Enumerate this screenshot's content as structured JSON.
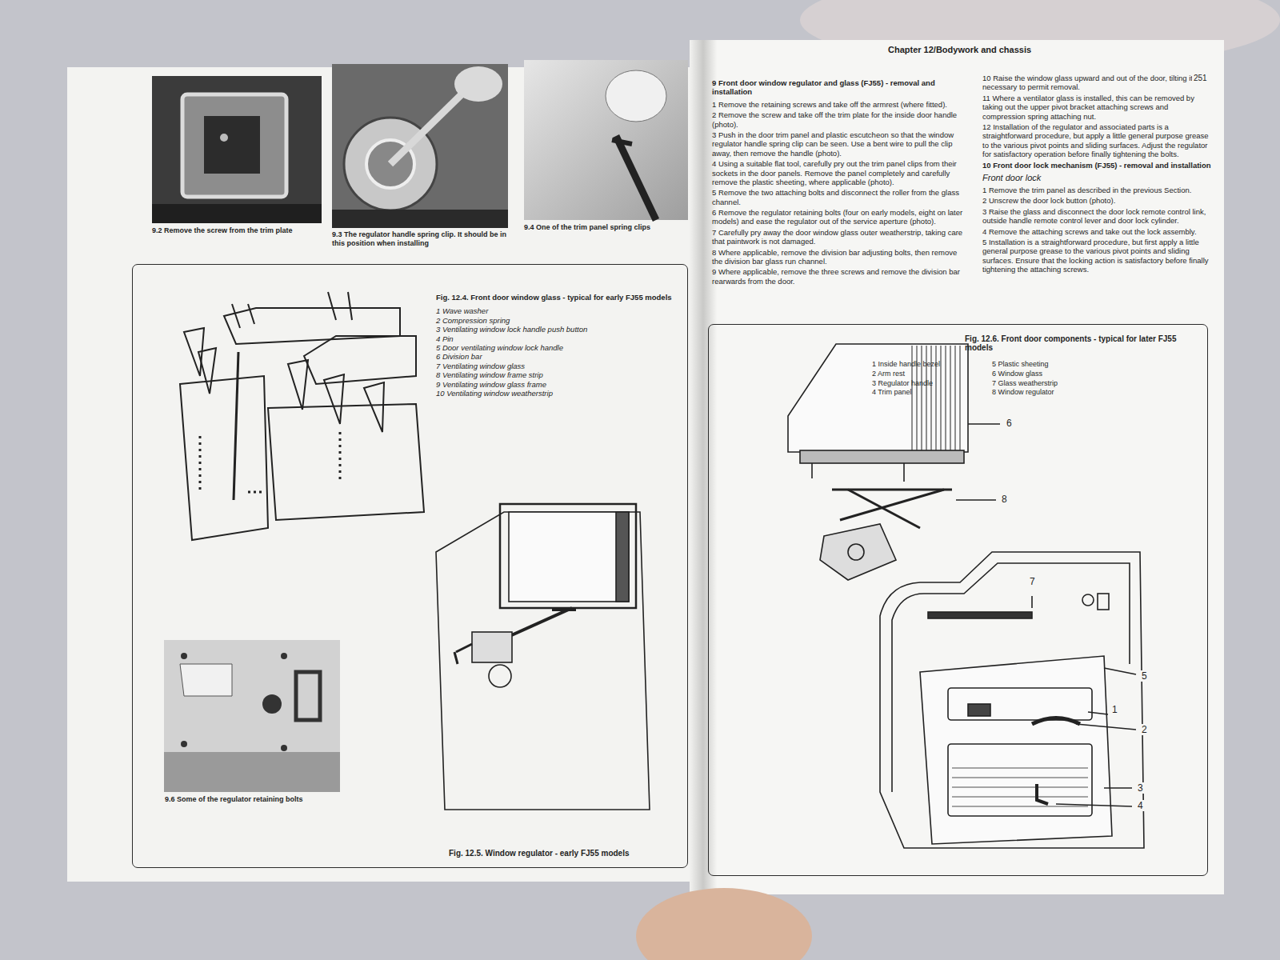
{
  "diagram": {
    "title": "Chapter 12/Bodywork and chassis",
    "nodes": [
      {
        "text": [
          "9.2 Remove the screw from the trim plate"
        ]
      },
      {
        "text": [
          "9.3 The regulator handle spring clip. It should be in this position when installing"
        ]
      },
      {
        "text": [
          "9.4 One of the trim panel spring clips"
        ]
      },
      {
        "text": [
          "Fig. 12.5. Window regulator - early FJ55 models"
        ]
      },
      {
        "text": [
          "9.6 Some of the regulator retaining bolts"
        ],
        "in": 3
      },
      {
        "text": [
          "Fig. 12.6. Front door components - typical for later FJ55 models"
        ]
      }
    ],
    "edges": [],
    "labels": [
      "9 Front door window regulator and glass (FJ55) - removal and installation",
      "1 Remove the retaining screws and take off the armrest (where fitted).",
      "2 Remove the screw and take off the trim plate for the inside door handle (photo).",
      "3 Push in the door trim panel and plastic escutcheon so that the window regulator handle spring clip can be seen. Use a bent wire to pull the clip away, then remove the handle (photo).",
      "4 Using a suitable flat tool, carefully pry out the trim panel clips from their sockets in the door panels. Remove the panel completely and carefully remove the plastic sheeting, where applicable (photo).",
      "5 Remove the two attaching bolts and disconnect the roller from the glass channel.",
      "6 Remove the regulator retaining bolts (four on early models, eight on later models) and ease the regulator out of the service aperture (photo).",
      "7 Carefully pry away the door window glass outer weatherstrip, taking care that paintwork is not damaged.",
      "8 Where applicable, remove the division bar adjusting bolts, then remove the division bar glass run channel.",
      "9 Where applicable, remove the three screws and remove the division bar rearwards from the door.",
      "10 Raise the window glass upward and out of the door, tilting it as necessary to permit removal.",
      "11 Where a ventilator glass is installed, this can be removed by taking out the upper pivot bracket attaching screws and compression spring attaching nut.",
      "12 Installation of the regulator and associated parts is a straightforward procedure, but apply a little general purpose grease to the various pivot points and sliding surfaces. Adjust the regulator for satisfactory operation before finally tightening the bolts.",
      "10 Front door lock mechanism (FJ55) - removal and installation",
      "Front door lock",
      "1 Remove the trim panel as described in the previous Section.",
      "2 Unscrew the door lock button (photo).",
      "3 Raise the glass and disconnect the door lock remote control link, outside handle remote control lever and door lock cylinder.",
      "4 Remove the attaching screws and take out the lock assembly.",
      "5 Installation is a straightforward procedure, but first apply a little general purpose grease to the various pivot points and sliding surfaces. Ensure that the locking action is satisfactory before finally tightening the attaching screws.",
      "251",
      "Fig. 12.4. Front door window glass - typical for early FJ55 models",
      "1 Wave washer",
      "2 Compression spring",
      "3 Ventilating window lock handle push button",
      "4 Pin",
      "5 Door ventilating window lock handle",
      "6 Division bar",
      "7 Ventilating window glass",
      "8 Ventilating window frame strip",
      "9 Ventilating window glass frame",
      "10 Ventilating window weatherstrip",
      "1 Inside handle bezel",
      "2 Arm rest",
      "3 Regulator handle",
      "4 Trim panel",
      "5 Plastic sheeting",
      "6 Window glass",
      "7 Glass weatherstrip",
      "8 Window regulator",
      "6",
      "8",
      "7",
      "5",
      "1",
      "2",
      "3",
      "4"
    ]
  }
}
